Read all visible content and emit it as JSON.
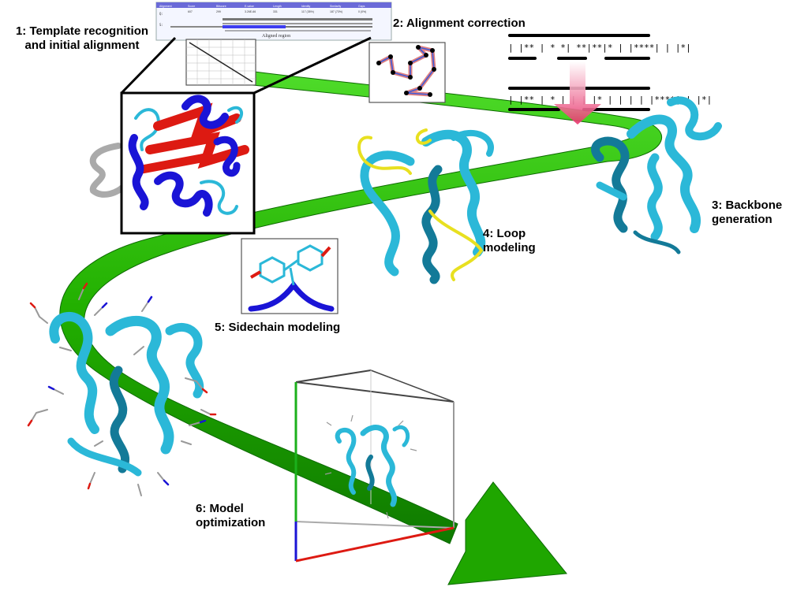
{
  "steps": [
    {
      "label": "1: Template recognition\n and initial alignment"
    },
    {
      "label": "2: Alignment correction"
    },
    {
      "label": "3: Backbone\ngeneration"
    },
    {
      "label": "4: Loop\nmodeling"
    },
    {
      "label": "5: Sidechain modeling"
    },
    {
      "label": "6: Model\noptimization"
    }
  ],
  "alignment_panel": {
    "aligned_region_label": "Aligned region",
    "header_cols": [
      "Alignment",
      "Score",
      "Bitscore",
      "E-value",
      "Length",
      "Identity",
      "Similarity",
      "Gaps"
    ],
    "header_vals": [
      "",
      "607",
      "299",
      "3.26E-66",
      "331",
      "117 (35%)",
      "187 (73%)",
      "0 (0%)"
    ]
  },
  "conservation_marks": {
    "before": "| |** | *  *|    **|**|*     | |****| | |*|",
    "after": "| |** | *  |  |  | |*  | |  | | |****| | |*|"
  },
  "colors": {
    "arrow_green": "#22b000",
    "arrow_dark": "#0f7a00",
    "protein_cyan": "#2bb8d8",
    "protein_dark": "#137a98",
    "loop_yellow": "#e8e020",
    "template_blue": "#1a14d6",
    "template_red": "#dd1a12",
    "arrow_pink": "#e8336b"
  }
}
